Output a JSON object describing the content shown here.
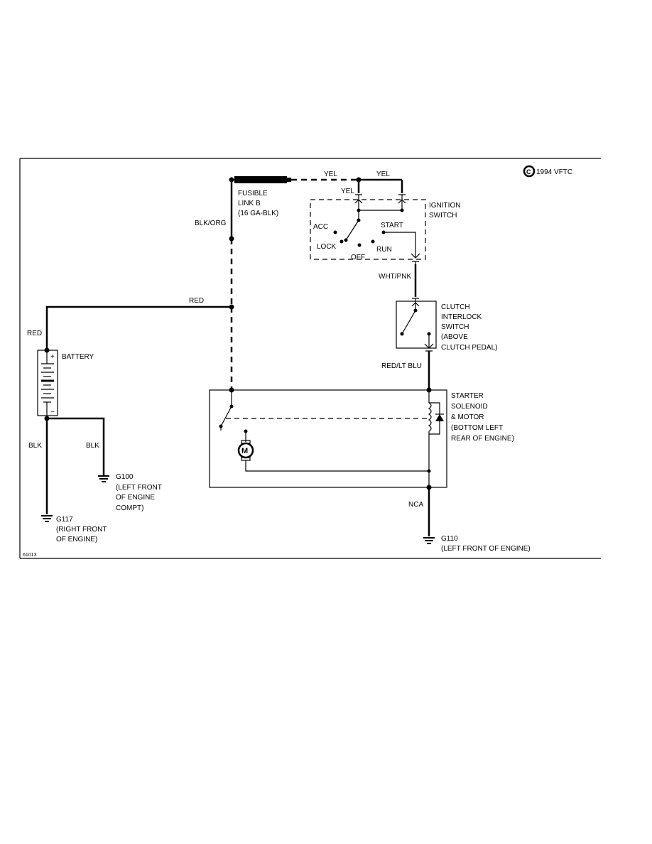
{
  "copyright": "1994 VFTC",
  "copyright_symbol": "C",
  "figure_id": "61013",
  "fusible_link": {
    "line1": "FUSIBLE",
    "line2": "LINK B",
    "line3": "(16 GA-BLK)"
  },
  "wires": {
    "blk_org": "BLK/ORG",
    "yel_top_left": "YEL",
    "yel_top_right": "YEL",
    "yel_switch": "YEL",
    "red_top": "RED",
    "red_left": "RED",
    "blk_left": "BLK",
    "blk_right": "BLK",
    "wht_pnk": "WHT/PNK",
    "red_lt_blu": "RED/LT BLU",
    "nca": "NCA"
  },
  "ignition_switch": {
    "line1": "IGNITION",
    "line2": "SWITCH",
    "positions": {
      "acc": "ACC",
      "lock": "LOCK",
      "off": "OFF",
      "run": "RUN",
      "start": "START"
    }
  },
  "clutch_switch": {
    "line1": "CLUTCH",
    "line2": "INTERLOCK",
    "line3": "SWITCH",
    "line4": "(ABOVE",
    "line5": "CLUTCH PEDAL)"
  },
  "battery": {
    "label": "BATTERY",
    "plus": "+",
    "minus": "−"
  },
  "starter": {
    "line1": "STARTER",
    "line2": "SOLENOID",
    "line3": "& MOTOR",
    "line4": "(BOTTOM LEFT",
    "line5": "REAR OF ENGINE)",
    "motor_symbol": "M"
  },
  "grounds": {
    "g100": {
      "name": "G100",
      "line1": "(LEFT FRONT",
      "line2": "OF ENGINE",
      "line3": "COMPT)"
    },
    "g117": {
      "name": "G117",
      "line1": "(RIGHT FRONT",
      "line2": "OF ENGINE)"
    },
    "g110": {
      "name": "G110",
      "line1": "(LEFT FRONT OF ENGINE)"
    }
  }
}
